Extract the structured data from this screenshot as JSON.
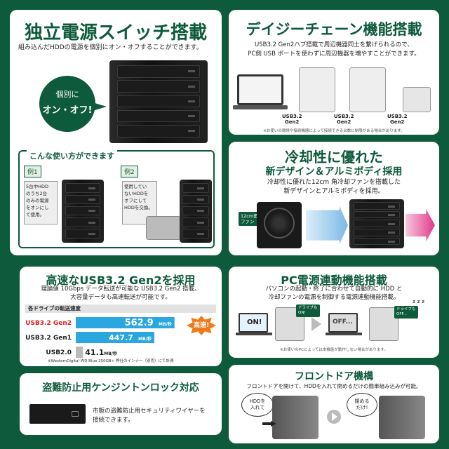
{
  "p1": {
    "title": "独立電源スイッチ搭載",
    "desc": "組み込んだHDDの電源を個別にオン・オフすることができます。",
    "bubble_line1": "個別に",
    "bubble_line2": "オン・オフ!",
    "usage_title": "こんな使い方ができます",
    "ex1_label": "例1",
    "ex1_text": [
      "5台中HDD",
      "のうち2台",
      "のみの電源",
      "をオンにし",
      "て使用。"
    ],
    "ex2_label": "例2",
    "ex2_text": [
      "使用してい",
      "ないHDDを",
      "オフにして",
      "HDDを交換。"
    ]
  },
  "p2": {
    "title": "デイジーチェーン機能搭載",
    "desc1": "USB3.2 Gen2ハブ搭載で周辺機器同士を繋げられるので、",
    "desc2": "PC側 USB ポートを使わずに周辺機器を増やすことができます。",
    "port_labels": [
      "USB3.2\nGen2",
      "USB3.2\nGen2",
      "USB3.2\nGen2"
    ],
    "note": "※お使いの環境や接続機器によって接続できる台数に制限がある場合があります。"
  },
  "p3": {
    "title": "冷却性に優れた",
    "subtitle": "新デザイン＆アルミボディ採用",
    "desc1": "冷却性に優れた12cm 角冷却ファンを搭載した",
    "desc2": "新デザインとアルミボディを採用。",
    "fan_tag": "12cm角\nファン"
  },
  "p4": {
    "title": "高速なUSB3.2 Gen2を採用",
    "desc1": "理論値 10Gbps データ転送が可能な USB3.2 Gen2 搭載、",
    "desc2": "大容量データも高速転送が可能です。",
    "chart_header": "各ドライブの転送速度",
    "badge": "高速!",
    "footnote": "※WesternDigital WD Blue 250GB+ 弊社のインナー（別売）にて計測"
  },
  "chart_data": {
    "type": "bar",
    "categories": [
      "USB3.2 Gen2",
      "USB3.2 Gen1",
      "USB2.0"
    ],
    "values": [
      562.9,
      447.7,
      41.1
    ],
    "value_labels": [
      "562.9",
      "447.7",
      "41.1"
    ],
    "unit": "MB/秒",
    "colors": [
      "#2aa6e0",
      "#2aa6e0",
      "#bbbbbb"
    ],
    "title": "各ドライブの転送速度",
    "xlim": [
      0,
      620
    ]
  },
  "p5": {
    "title": "PC電源連動機能搭載",
    "desc1": "パソコンの起動・終了に合わせて自動的に HDD と",
    "desc2": "冷却ファンの電源を制御する電源連動機能搭載。",
    "on_label": "ON!",
    "off_label": "OFF...",
    "tag_on": "ドライブも\nON!",
    "tag_off": "ドライブも\nOFF...",
    "zzz": "z z z",
    "note": "※お使いのPCによっては本機能が動作しない場合があります。"
  },
  "p6": {
    "title": "盗難防止用ケンジントンロック対応",
    "desc1": "市販の盗難防止用セキュリティワイヤーを",
    "desc2": "接続できます。"
  },
  "p7": {
    "title": "フロントドア機構",
    "desc": "フロントドアを開けて、HDDを入れて閉めるだけの簡単組み込みが可能。",
    "bubble1": "HDDを\n入れて",
    "bubble2": "閉める\nだけ!"
  }
}
